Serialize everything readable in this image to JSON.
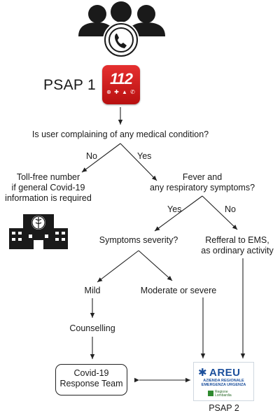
{
  "psap1_label": "PSAP 1",
  "logo_112": {
    "number": "112",
    "glyphs": "⊕ ✚ ▲ ✆",
    "color": "#d62020"
  },
  "question_medical": "Is user complaining of any medical condition?",
  "no_left": "No",
  "yes_left": "Yes",
  "tollfree": [
    "Toll-free number",
    "if general Covid-19",
    "information is required"
  ],
  "fever_question": [
    "Fever and",
    "any respiratory symptoms?"
  ],
  "yes_right": "Yes",
  "no_right": "No",
  "symptoms_severity": "Symptoms severity?",
  "referral": [
    "Refferal to EMS,",
    "as ordinary activity"
  ],
  "mild": "Mild",
  "moderate": "Moderate or severe",
  "counselling": "Counselling",
  "response_team": [
    "Covid-19",
    "Response Team"
  ],
  "areu_logo": {
    "brand": "AREU",
    "sub_line1": "AZIENDA REGIONALE",
    "sub_line2": "EMERGENZA URGENZA",
    "region_line1": "Regione",
    "region_line2": "Lombardia",
    "color": "#1b4f9c"
  },
  "psap2_label": "PSAP 2",
  "icons": [
    "people-phone-icon",
    "hospital-icon",
    "emergency-112-logo",
    "areu-logo"
  ]
}
